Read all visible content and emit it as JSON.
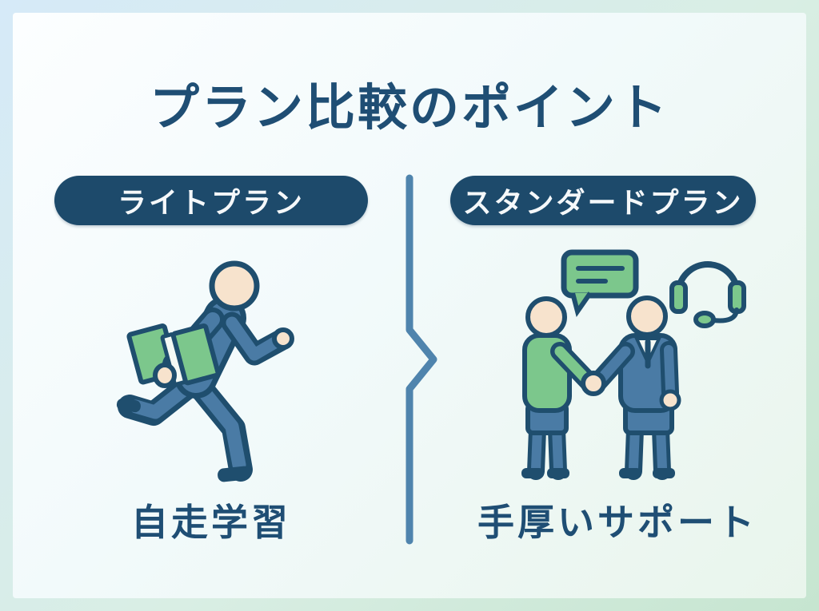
{
  "title": "プラン比較のポイント",
  "left_plan": {
    "label": "ライトプラン",
    "caption": "自走学習",
    "icon": "running-learner-with-book-icon"
  },
  "right_plan": {
    "label": "スタンダードプラン",
    "caption": "手厚いサポート",
    "icons": [
      "speech-bubble-icon",
      "headset-icon",
      "handshake-people-icon"
    ]
  },
  "divider": {
    "shape": "vertical-line-with-right-chevron"
  },
  "colors": {
    "text": "#1f4e74",
    "pill_bg": "#1d4a6b",
    "pill_text": "#f5f8fa",
    "navy": "#1f4e6e",
    "blue": "#4a7ba5",
    "green": "#7cc78c",
    "skin": "#f7e3cd",
    "divider": "#4f84ad",
    "frame_from": "#d6eaf8",
    "frame_to": "#c6e5d0",
    "card_from": "#fcfeff",
    "card_to": "#e9f5ec"
  }
}
